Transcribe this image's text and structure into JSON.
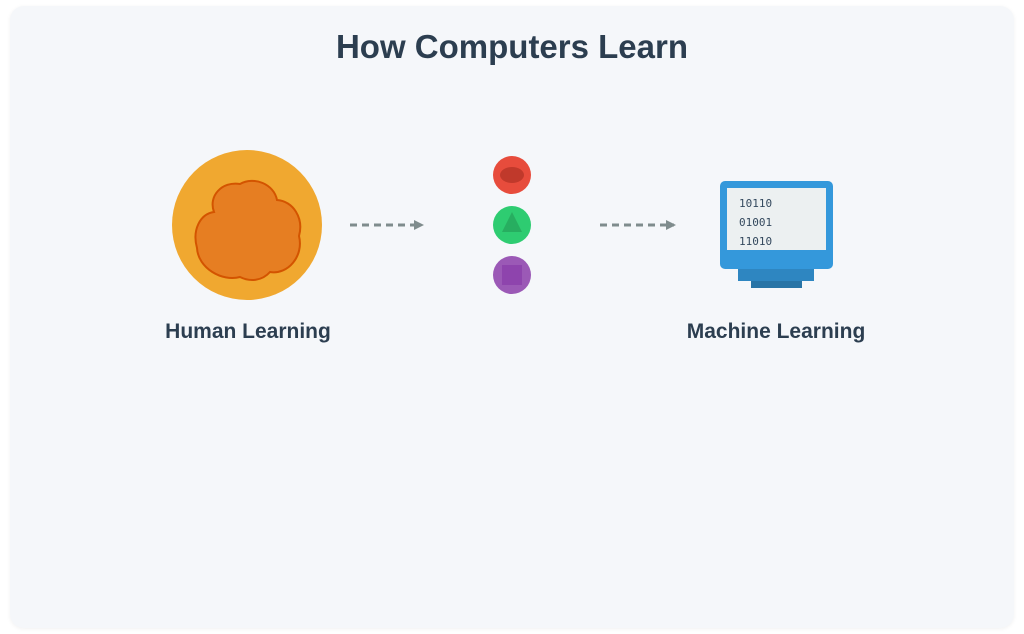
{
  "title": "How Computers Learn",
  "human": {
    "label": "Human Learning",
    "icon": "brain-icon",
    "circle_color": "#f0a830",
    "brain_color": "#e67e22"
  },
  "machine": {
    "label": "Machine Learning",
    "icon": "computer-monitor-icon",
    "screen_lines": [
      "10110",
      "01001",
      "11010"
    ],
    "monitor_color": "#3498db"
  },
  "data_items": [
    {
      "icon": "red-oval-icon",
      "color": "#e74c3c"
    },
    {
      "icon": "green-triangle-icon",
      "color": "#2ecc71"
    },
    {
      "icon": "purple-square-icon",
      "color": "#9b59b6"
    }
  ],
  "arrow_color": "#7f8c8d"
}
